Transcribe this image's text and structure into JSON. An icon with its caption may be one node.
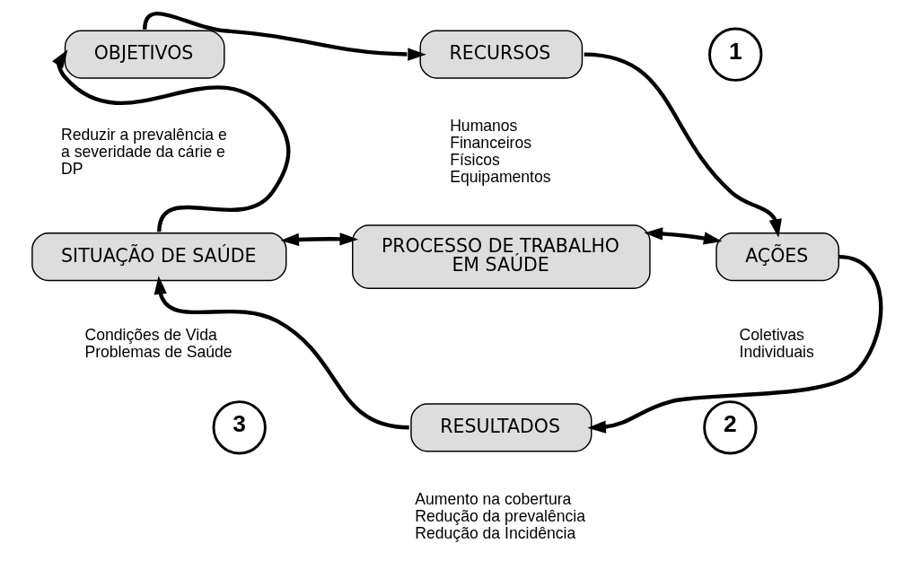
{
  "diagram": {
    "nodes": [
      {
        "text": [
          "OBJETIVOS"
        ],
        "beside": [
          "Reduzir a prevalência e a severidade da cárie e DP"
        ]
      },
      {
        "text": [
          "RECURSOS"
        ],
        "beside": [
          "Humanos",
          "Financeiros",
          "Físicos",
          "Equipamentos"
        ]
      },
      {
        "text": [
          "SITUAÇÃO DE SAÚDE"
        ],
        "beside": [
          "Condições de Vida",
          "Problemas de Saúde"
        ]
      },
      {
        "text": [
          "PROCESSO DE TRABALHO EM SAÚDE"
        ]
      },
      {
        "text": [
          "AÇÕES"
        ],
        "beside": [
          "Coletivas",
          "Individuais"
        ]
      },
      {
        "text": [
          "RESULTADOS"
        ],
        "beside": [
          "Aumento na cobertura",
          "Redução da prevalência",
          "Redução da Incidência"
        ]
      },
      {
        "text": [
          "1"
        ]
      },
      {
        "text": [
          "2"
        ]
      },
      {
        "text": [
          "3"
        ]
      }
    ],
    "edges": [
      {
        "from": 2,
        "to": 0,
        "arrow": "to"
      },
      {
        "from": 0,
        "to": 1,
        "arrow": "to"
      },
      {
        "from": 1,
        "to": 4,
        "arrow": "to"
      },
      {
        "from": 4,
        "to": 5,
        "arrow": "to"
      },
      {
        "from": 5,
        "to": 2,
        "arrow": "to"
      },
      {
        "from": 2,
        "to": 3,
        "arrow": "both"
      },
      {
        "from": 3,
        "to": 4,
        "arrow": "both"
      }
    ]
  }
}
